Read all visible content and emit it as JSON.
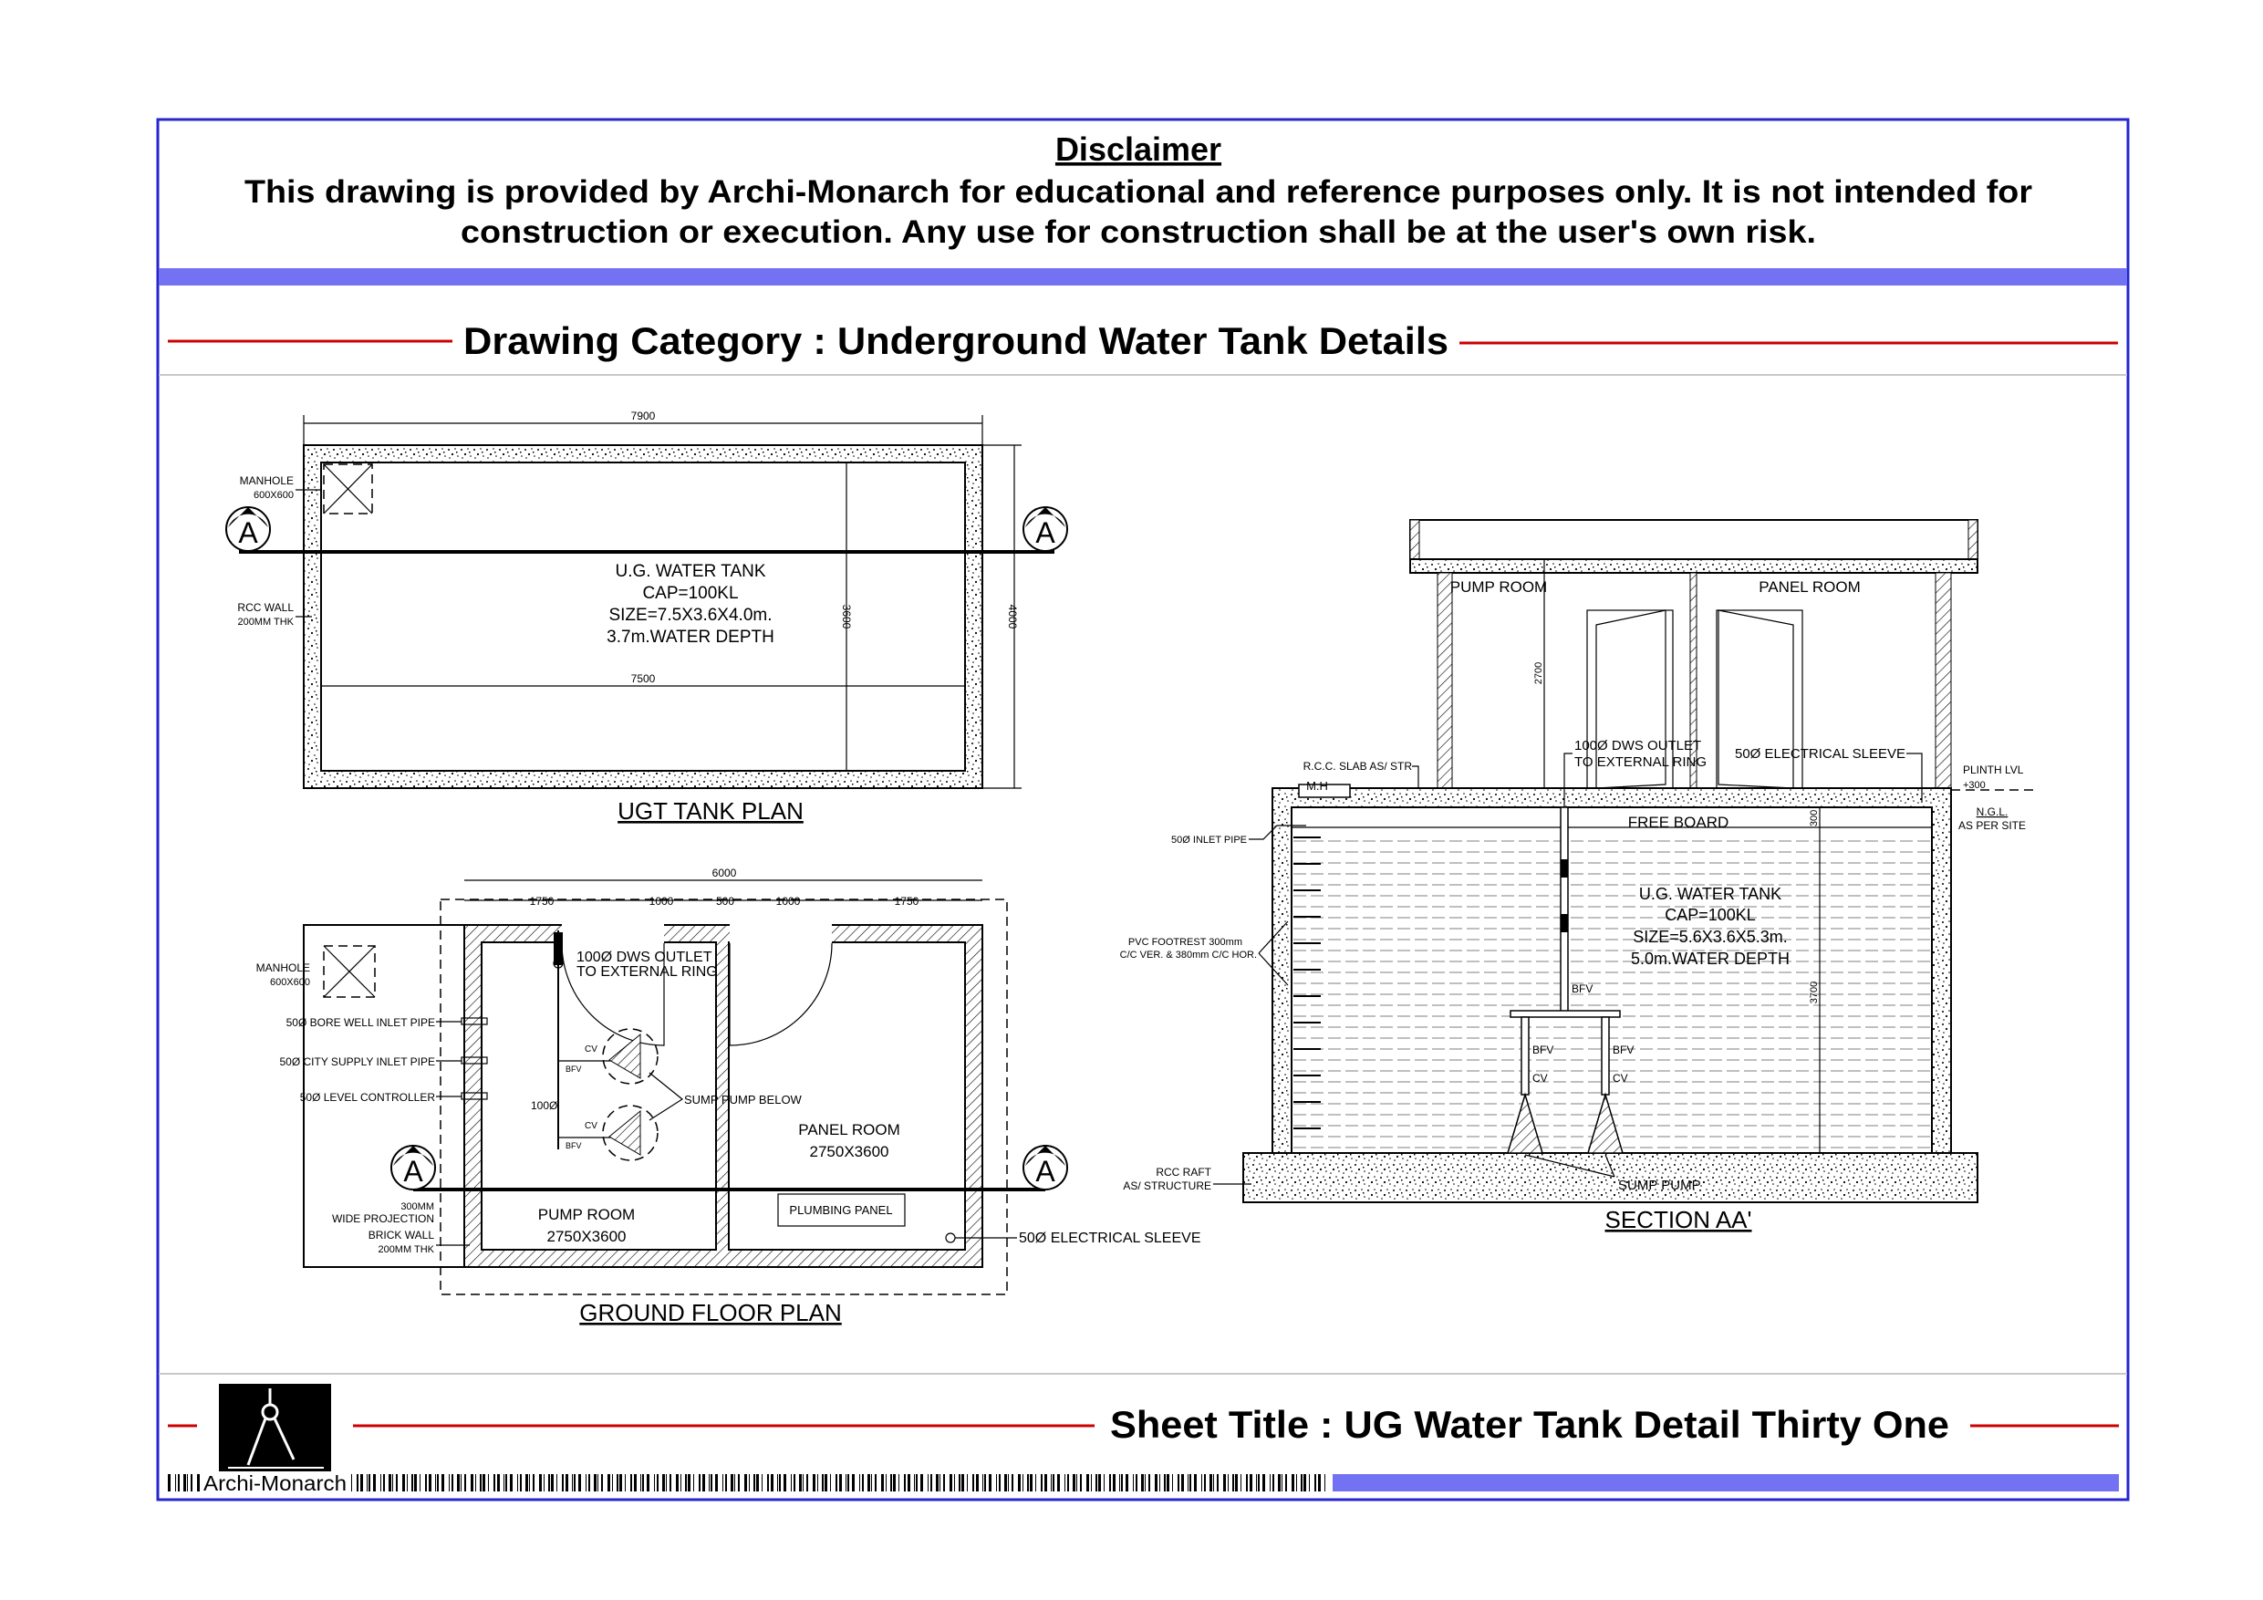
{
  "colors": {
    "frame": "#2626d0",
    "accent_bar": "#7272f2",
    "rule_red": "#cc0000",
    "divider": "#c8c8c8"
  },
  "disclaimer": {
    "title": "Disclaimer",
    "line1": "This drawing is provided by Archi-Monarch for educational and reference purposes only. It is not intended for",
    "line2": "construction or execution. Any use for construction shall be at the user's own risk."
  },
  "category": "Drawing Category : Underground Water Tank Details",
  "ugt_plan": {
    "title": "UGT TANK PLAN",
    "dim_outer_width": "7900",
    "dim_inner_width": "7500",
    "dim_inner_depth": "3600",
    "dim_outer_depth": "4000",
    "manhole": [
      "MANHOLE",
      "600X600"
    ],
    "rcc_wall": [
      "RCC WALL",
      "200MM THK"
    ],
    "tank_text": [
      "U.G. WATER TANK",
      "CAP=100KL",
      "SIZE=7.5X3.6X4.0m.",
      "3.7m.WATER DEPTH"
    ],
    "section_marker": "A"
  },
  "ground_plan": {
    "title": "GROUND FLOOR PLAN",
    "dim_total": "6000",
    "dims": [
      "1750",
      "1000",
      "500",
      "1000",
      "1750"
    ],
    "manhole": [
      "MANHOLE",
      "600X600"
    ],
    "inlets": [
      "50Ø BORE WELL INLET PIPE",
      "50Ø CITY SUPPLY INLET PIPE",
      "50Ø LEVEL CONTROLLER"
    ],
    "projection": [
      "300MM",
      "WIDE PROJECTION"
    ],
    "brick_wall": [
      "BRICK WALL",
      "200MM THK"
    ],
    "outlet": [
      "100Ø DWS OUTLET",
      "TO EXTERNAL RING"
    ],
    "pipe_size": "100Ø",
    "cv": "CV",
    "bfv": "BFV",
    "sump_pump": "SUMP PUMP BELOW",
    "panel_room": [
      "PANEL ROOM",
      "2750X3600"
    ],
    "pump_room": [
      "PUMP ROOM",
      "2750X3600"
    ],
    "plumbing_panel": "PLUMBING PANEL",
    "electrical_sleeve": "50Ø ELECTRICAL SLEEVE",
    "section_marker": "A"
  },
  "section": {
    "title": "SECTION AA'",
    "pump_room": "PUMP ROOM",
    "panel_room": "PANEL ROOM",
    "rcc_slab": "R.C.C. SLAB AS/ STR",
    "mh": "M.H",
    "outlet": [
      "100Ø DWS OUTLET",
      "TO EXTERNAL RING"
    ],
    "electrical_sleeve": "50Ø ELECTRICAL SLEEVE",
    "plinth": [
      "PLINTH LVL",
      "+300"
    ],
    "ngl": [
      "N.G.L.",
      "AS PER SITE"
    ],
    "free_board": "FREE BOARD",
    "inlet_pipe": "50Ø  INLET PIPE",
    "footrest": [
      "PVC FOOTREST 300mm",
      "C/C VER. & 380mm C/C HOR."
    ],
    "tank_text": [
      "U.G. WATER TANK",
      "CAP=100KL",
      "SIZE=5.6X3.6X5.3m.",
      "5.0m.WATER DEPTH"
    ],
    "dim_room_height": "2700",
    "dim_freeboard": "300",
    "dim_water": "3700",
    "bfv": "BFV",
    "cv": "CV",
    "sump_pump": "SUMP PUMP",
    "rcc_raft": [
      "RCC RAFT",
      "AS/ STRUCTURE"
    ]
  },
  "footer": {
    "sheet_title": "Sheet Title : UG Water Tank Detail Thirty One",
    "brand": "Archi-Monarch"
  }
}
